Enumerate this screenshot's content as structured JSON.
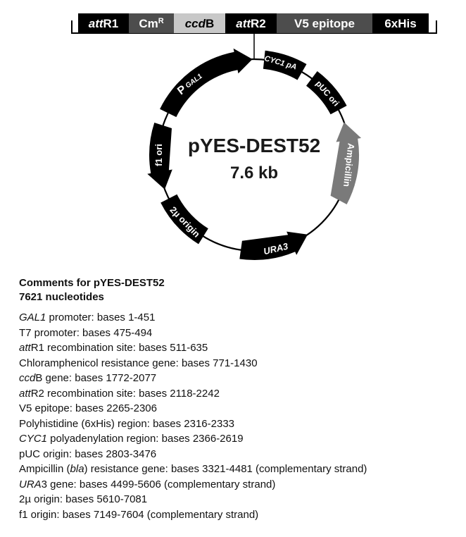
{
  "cassette": {
    "segments": [
      {
        "id": "attR1",
        "parts": [
          {
            "text": "att",
            "italic": true
          },
          {
            "text": "R1",
            "italic": false
          }
        ],
        "fill": "#000000",
        "text_color": "#ffffff"
      },
      {
        "id": "CmR",
        "parts": [
          {
            "text": "Cm",
            "italic": false
          },
          {
            "text": "R",
            "italic": false,
            "sup": true
          }
        ],
        "fill": "#4d4d4d",
        "text_color": "#ffffff"
      },
      {
        "id": "ccdB",
        "parts": [
          {
            "text": "ccd",
            "italic": true
          },
          {
            "text": "B",
            "italic": false
          }
        ],
        "fill": "#c8c8c8",
        "text_color": "#000000"
      },
      {
        "id": "attR2",
        "parts": [
          {
            "text": "att",
            "italic": true
          },
          {
            "text": "R2",
            "italic": false
          }
        ],
        "fill": "#000000",
        "text_color": "#ffffff"
      },
      {
        "id": "V5",
        "parts": [
          {
            "text": "V5 epitope",
            "italic": false
          }
        ],
        "fill": "#4d4d4d",
        "text_color": "#ffffff"
      },
      {
        "id": "6xHis",
        "parts": [
          {
            "text": "6xHis",
            "italic": false
          }
        ],
        "fill": "#000000",
        "text_color": "#ffffff"
      }
    ]
  },
  "plasmid": {
    "name": "pYES-DEST52",
    "size": "7.6 kb",
    "features": [
      {
        "id": "pgal1",
        "parts": [
          {
            "text": "P",
            "size": 16
          },
          {
            "text": " GAL1",
            "size": 10,
            "italic": true
          }
        ],
        "color": "#000000"
      },
      {
        "id": "cyc1",
        "parts": [
          {
            "text": "CYC1 pA",
            "size": 11,
            "italic": true
          }
        ],
        "color": "#000000"
      },
      {
        "id": "puc",
        "parts": [
          {
            "text": "pUC ori",
            "size": 12
          }
        ],
        "color": "#000000"
      },
      {
        "id": "amp",
        "parts": [
          {
            "text": "Ampicillin",
            "size": 13
          }
        ],
        "color": "#7a7a7a"
      },
      {
        "id": "ura3",
        "parts": [
          {
            "text": "URA3",
            "size": 13,
            "italic": true
          }
        ],
        "color": "#000000"
      },
      {
        "id": "two_mu",
        "parts": [
          {
            "text": "2µ origin",
            "size": 13
          }
        ],
        "color": "#000000"
      },
      {
        "id": "f1",
        "parts": [
          {
            "text": "f1 ori",
            "size": 13
          }
        ],
        "color": "#000000"
      }
    ]
  },
  "comments": {
    "heading": "Comments for pYES-DEST52",
    "subheading": "7621 nucleotides",
    "lines": [
      [
        {
          "t": "GAL1",
          "i": true
        },
        {
          "t": " promoter: bases 1-451"
        }
      ],
      [
        {
          "t": "T7 promoter: bases 475-494"
        }
      ],
      [
        {
          "t": "att",
          "i": true
        },
        {
          "t": "R1 recombination site: bases 511-635"
        }
      ],
      [
        {
          "t": "Chloramphenicol resistance gene: bases 771-1430"
        }
      ],
      [
        {
          "t": "ccd",
          "i": true
        },
        {
          "t": "B gene: bases 1772-2077"
        }
      ],
      [
        {
          "t": "att",
          "i": true
        },
        {
          "t": "R2 recombination site: bases 2118-2242"
        }
      ],
      [
        {
          "t": "V5 epitope: bases 2265-2306"
        }
      ],
      [
        {
          "t": "Polyhistidine (6xHis) region: bases 2316-2333"
        }
      ],
      [
        {
          "t": "CYC1",
          "i": true
        },
        {
          "t": " polyadenylation region: bases 2366-2619"
        }
      ],
      [
        {
          "t": "pUC origin: bases 2803-3476"
        }
      ],
      [
        {
          "t": "Ampicillin ("
        },
        {
          "t": "bla",
          "i": true
        },
        {
          "t": ") resistance gene: bases 3321-4481 (complementary strand)"
        }
      ],
      [
        {
          "t": "URA",
          "i": true
        },
        {
          "t": "3 gene: bases 4499-5606 (complementary strand)"
        }
      ],
      [
        {
          "t": "2µ origin: bases 5610-7081"
        }
      ],
      [
        {
          "t": "f1 origin: bases 7149-7604 (complementary strand)"
        }
      ]
    ]
  }
}
